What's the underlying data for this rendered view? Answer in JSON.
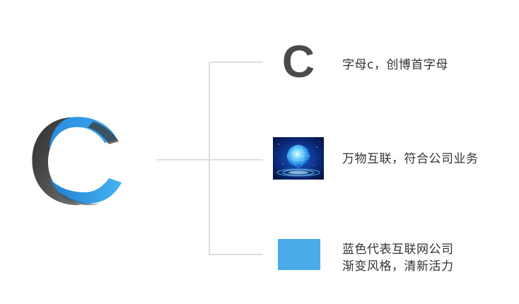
{
  "colors": {
    "brand_blue": "#3ea9ee",
    "dark_gray": "#4a4a4a",
    "line_gray": "#d4d4d4",
    "square_blue": "#4aabea"
  },
  "diagram": {
    "logo": {
      "icon": "gradient-c-logo-icon"
    },
    "items": [
      {
        "icon": "letter-c-glyph",
        "glyph": "C",
        "caption": "字母c，创博首字母"
      },
      {
        "icon": "digital-globe-image",
        "caption": "万物互联，符合公司业务"
      },
      {
        "icon": "blue-swatch",
        "caption_line1": "蓝色代表互联网公司",
        "caption_line2": "渐变风格，清新活力"
      }
    ]
  }
}
